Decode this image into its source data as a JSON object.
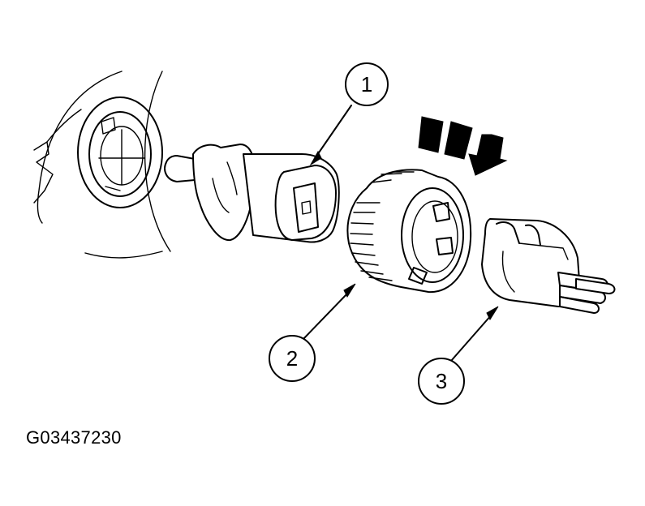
{
  "diagram": {
    "callouts": [
      {
        "label": "1",
        "part": "headlamp-bulb"
      },
      {
        "label": "2",
        "part": "bulb-retaining-ring"
      },
      {
        "label": "3",
        "part": "electrical-connector"
      }
    ],
    "figure_id": "G03437230"
  }
}
